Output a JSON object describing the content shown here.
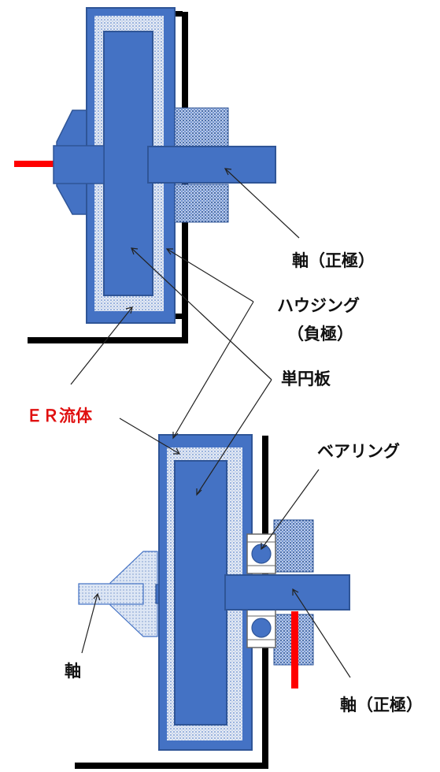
{
  "colors": {
    "housing_blue": "#4472C4",
    "edge_blue": "#2F5597",
    "er_fluid_dots": "#e4eaf4",
    "frame_black": "#000000",
    "electrode_red": "#ff0000",
    "label_red": "#e01010"
  },
  "labels": {
    "shaft_positive_top": "軸（正極）",
    "housing_line1": "ハウジング",
    "housing_line2": "（負極）",
    "single_disc": "単円板",
    "er_fluid": "ＥＲ流体",
    "bearing": "ベアリング",
    "shaft_bottom": "軸",
    "shaft_positive_bottom": "軸（正極）"
  }
}
